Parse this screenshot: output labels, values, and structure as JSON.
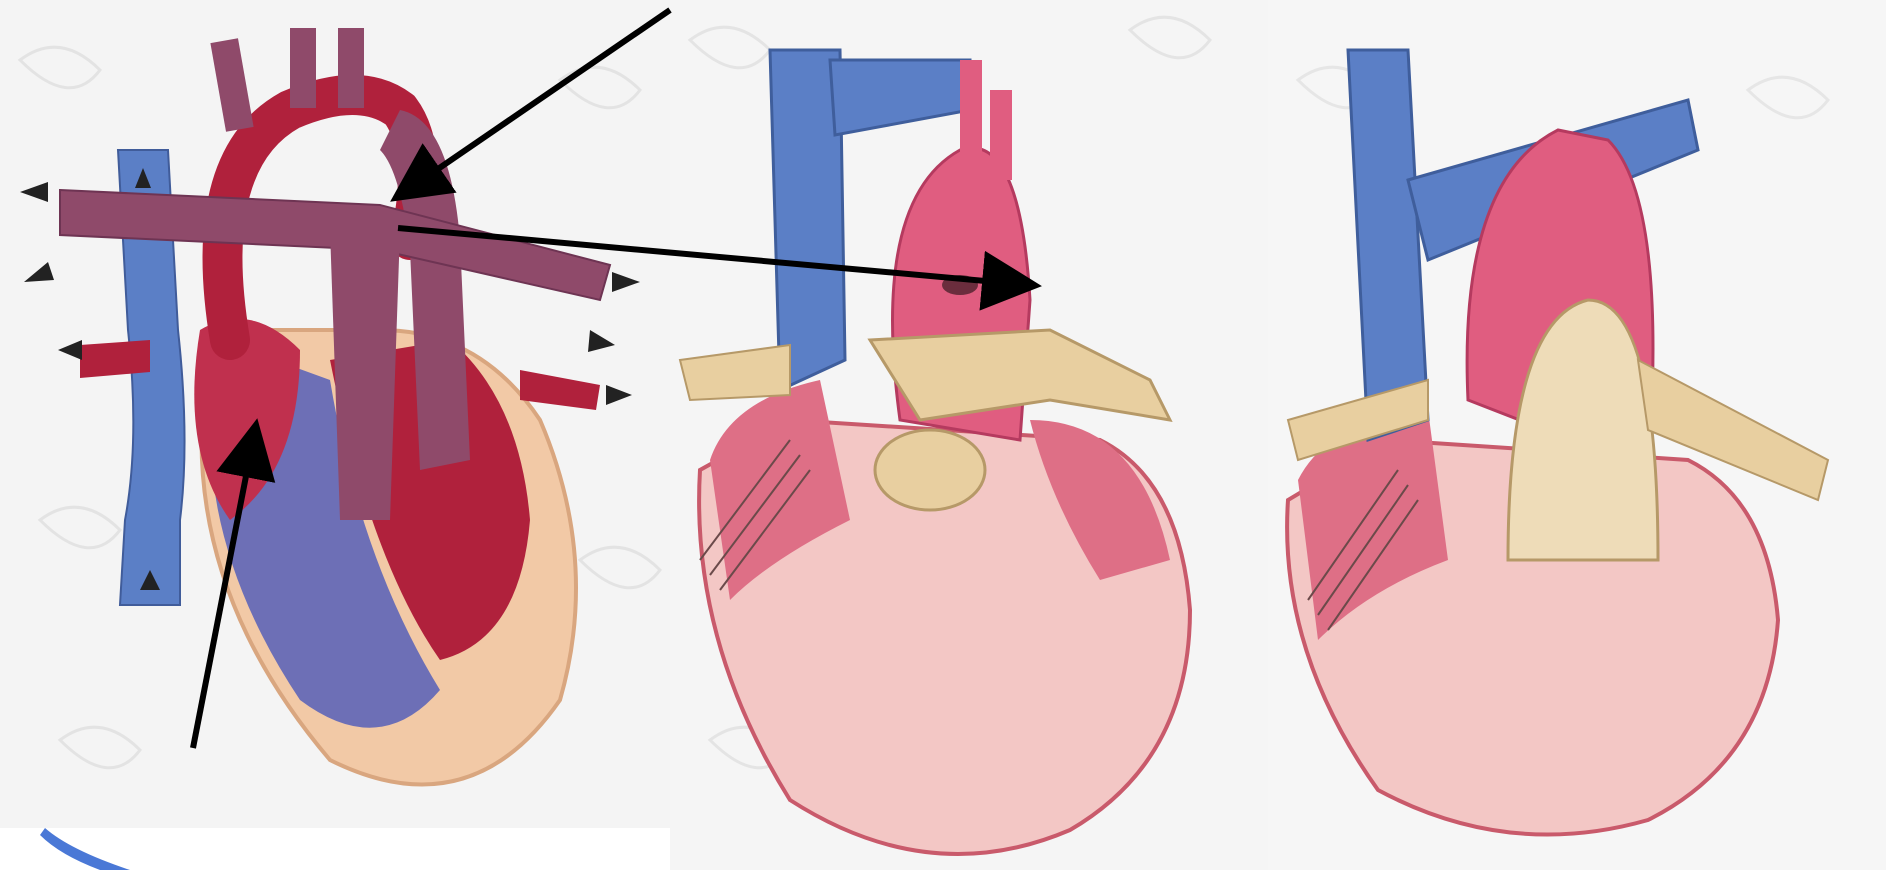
{
  "figure": {
    "panels": [
      {
        "id": "fetal-heart-schematic",
        "caption": ""
      },
      {
        "id": "arterial-switch-repair",
        "caption": ""
      },
      {
        "id": "completed-repair",
        "caption": ""
      }
    ],
    "colors": {
      "deoxygenated": "#5b7fc6",
      "oxygenated": "#b0213c",
      "mixed": "#8f4a6a",
      "aorta_tissue": "#e8cfa0",
      "myocardium": "#e07889",
      "annotation_arrow": "#000000"
    },
    "annotations": [
      {
        "name": "pointer-arrow-top",
        "from": "outside-top",
        "to": "ductus-arteriosus"
      },
      {
        "name": "pointer-arrow-center",
        "from": "pulmonary-trunk",
        "to": "neo-aortic-root"
      },
      {
        "name": "pointer-arrow-bottom",
        "from": "outside-bottom",
        "to": "foramen-ovale"
      }
    ]
  }
}
